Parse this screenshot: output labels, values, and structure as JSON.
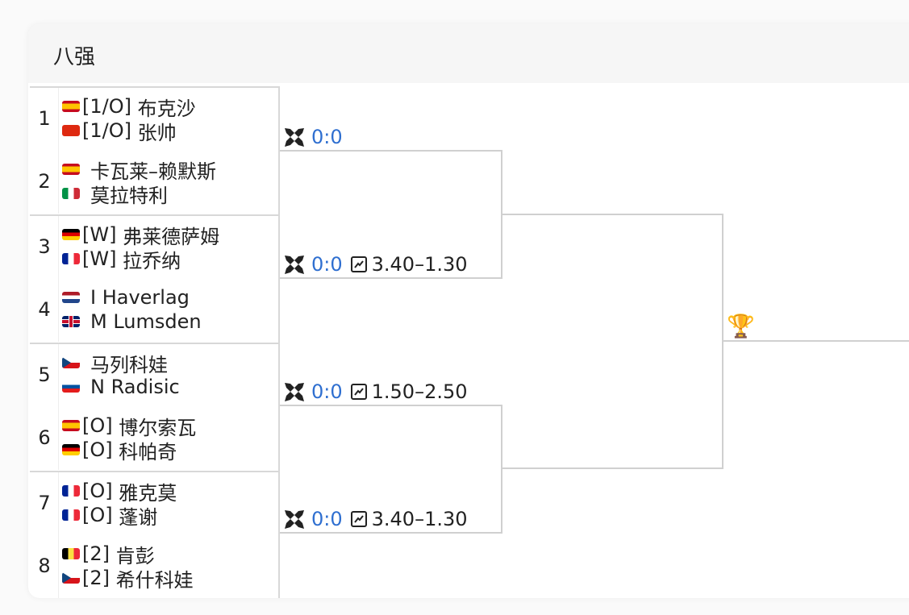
{
  "title": "八强",
  "slots": [
    {
      "num": "1",
      "players": [
        {
          "flag": "es",
          "seed": "[1/O]",
          "name": "布克沙"
        },
        {
          "flag": "cn",
          "seed": "[1/O]",
          "name": "张帅"
        }
      ]
    },
    {
      "num": "2",
      "players": [
        {
          "flag": "es",
          "seed": "",
          "name": "卡瓦莱–赖默斯"
        },
        {
          "flag": "it",
          "seed": "",
          "name": "莫拉特利"
        }
      ]
    },
    {
      "num": "3",
      "players": [
        {
          "flag": "de",
          "seed": "[W]",
          "name": "弗莱德萨姆"
        },
        {
          "flag": "fr",
          "seed": "[W]",
          "name": "拉乔纳"
        }
      ]
    },
    {
      "num": "4",
      "players": [
        {
          "flag": "nl",
          "seed": "",
          "name": "I Haverlag"
        },
        {
          "flag": "gb",
          "seed": "",
          "name": "M Lumsden"
        }
      ]
    },
    {
      "num": "5",
      "players": [
        {
          "flag": "cz",
          "seed": "",
          "name": "马列科娃"
        },
        {
          "flag": "si",
          "seed": "",
          "name": "N Radisic"
        }
      ]
    },
    {
      "num": "6",
      "players": [
        {
          "flag": "es",
          "seed": "[O]",
          "name": "博尔索瓦"
        },
        {
          "flag": "de",
          "seed": "[O]",
          "name": "科帕奇"
        }
      ]
    },
    {
      "num": "7",
      "players": [
        {
          "flag": "fr",
          "seed": "[O]",
          "name": "雅克莫"
        },
        {
          "flag": "fr",
          "seed": "[O]",
          "name": "蓬谢"
        }
      ]
    },
    {
      "num": "8",
      "players": [
        {
          "flag": "be",
          "seed": "[2]",
          "name": "肯彭"
        },
        {
          "flag": "cz",
          "seed": "[2]",
          "name": "希什科娃"
        }
      ]
    }
  ],
  "matches": [
    {
      "score": "0:0",
      "odds": ""
    },
    {
      "score": "0:0",
      "odds": "3.40–1.30"
    },
    {
      "score": "0:0",
      "odds": "1.50–2.50"
    },
    {
      "score": "0:0",
      "odds": "3.40–1.30"
    }
  ],
  "icons": {
    "match": "crossed-swords-icon",
    "odds": "chart-icon",
    "final": "trophy-icon"
  },
  "colors": {
    "score": "#2f6fd0",
    "line": "#d0d0d0"
  }
}
